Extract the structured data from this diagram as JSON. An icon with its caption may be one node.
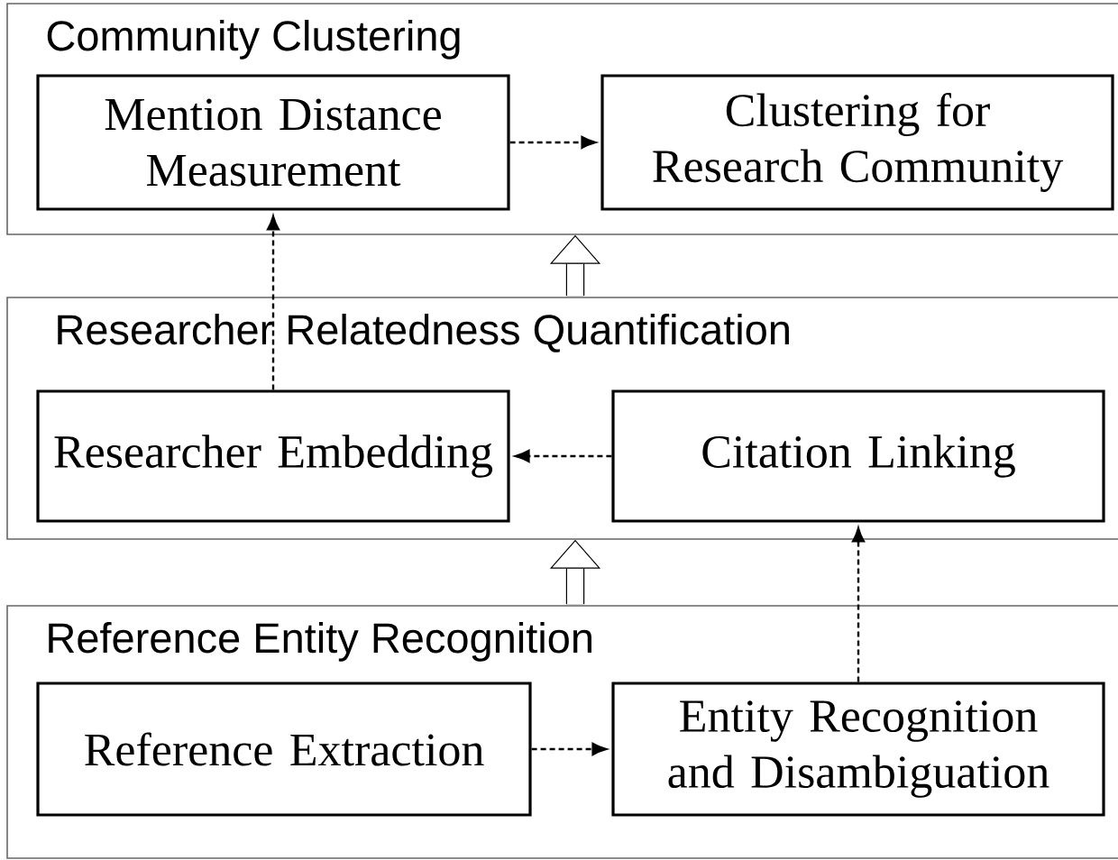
{
  "diagram": {
    "nodes": [
      {
        "text": [
          "Community Clustering"
        ]
      },
      {
        "text": [
          "Mention Distance Measurement"
        ],
        "in": 0
      },
      {
        "text": [
          "Clustering for Research Community"
        ],
        "in": 0
      },
      {
        "text": [
          "Researcher Relatedness Quantification"
        ]
      },
      {
        "text": [
          "Researcher Embedding"
        ],
        "in": 3
      },
      {
        "text": [
          "Citation Linking"
        ],
        "in": 3
      },
      {
        "text": [
          "Reference Entity Recognition"
        ]
      },
      {
        "text": [
          "Reference Extraction"
        ],
        "in": 6
      },
      {
        "text": [
          "Entity Recognition and Disambiguation"
        ],
        "in": 6
      }
    ],
    "edges": [
      {
        "from": 1,
        "to": 2,
        "arrow": "to",
        "style": "dashed"
      },
      {
        "from": 4,
        "to": 1,
        "arrow": "to",
        "style": "dashed"
      },
      {
        "from": 5,
        "to": 4,
        "arrow": "to",
        "style": "dashed"
      },
      {
        "from": 7,
        "to": 8,
        "arrow": "to",
        "style": "dashed"
      },
      {
        "from": 8,
        "to": 5,
        "arrow": "to",
        "style": "dashed"
      },
      {
        "from": 6,
        "to": 3,
        "arrow": "to",
        "style": "thick"
      },
      {
        "from": 3,
        "to": 0,
        "arrow": "to",
        "style": "thick"
      }
    ]
  }
}
